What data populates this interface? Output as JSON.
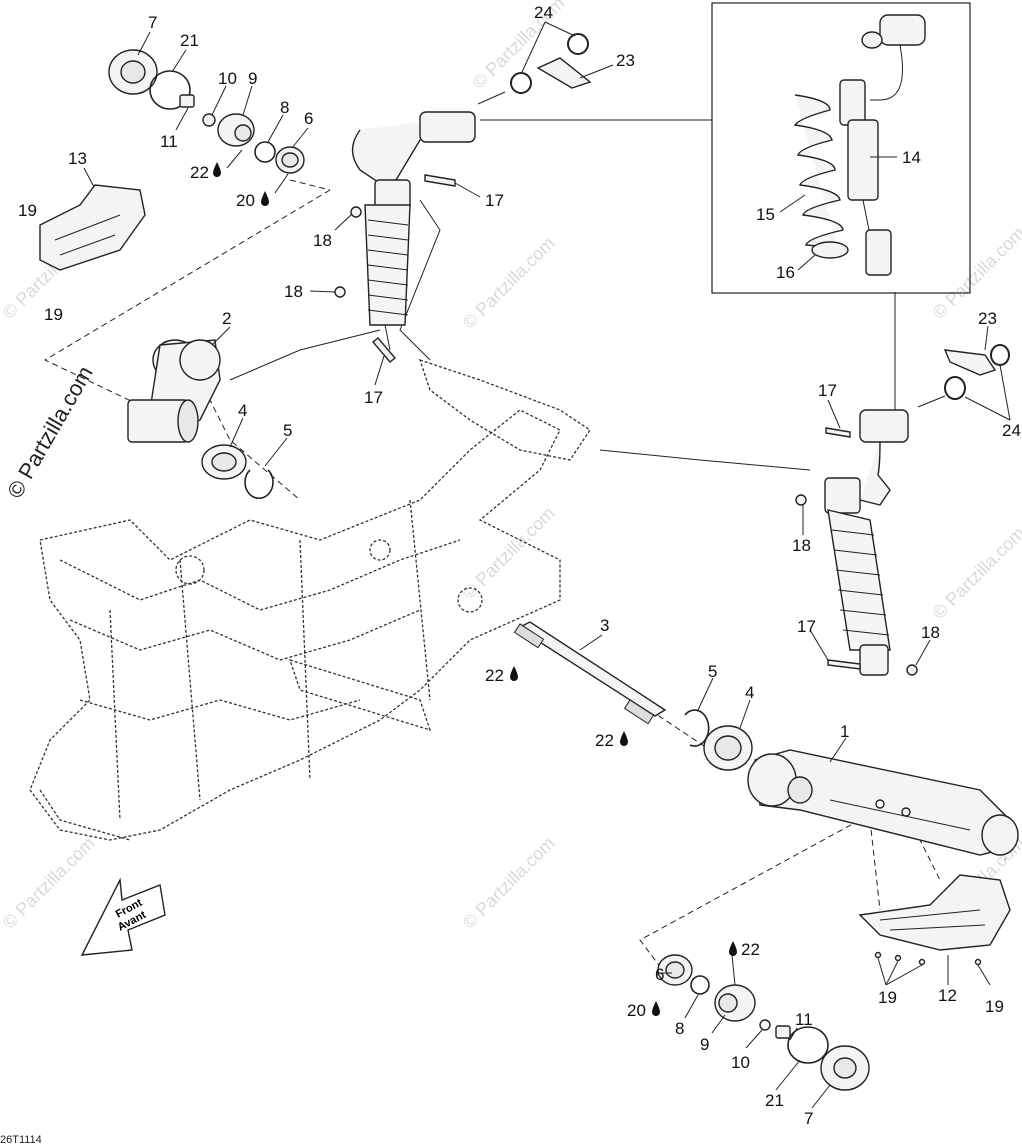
{
  "copyright": "© Partzilla.com",
  "watermark": "© Partzilla.com",
  "figure_code": "26T1114",
  "front_sign": {
    "line1": "Front",
    "line2": "Avant"
  },
  "callouts": {
    "c7a": "7",
    "c21a": "21",
    "c10a": "10",
    "c9a": "9",
    "c11a": "11",
    "c8a": "8",
    "c6a": "6",
    "c22a": "22",
    "c20a": "20",
    "c13": "13",
    "c19a": "19",
    "c19b": "19",
    "c2": "2",
    "c4a": "4",
    "c5a": "5",
    "c18a": "18",
    "c18b": "18",
    "c17a": "17",
    "c17b": "17",
    "c24a": "24",
    "c23a": "23",
    "c14": "14",
    "c15": "15",
    "c16": "16",
    "c23b": "23",
    "c24b": "24",
    "c17c": "17",
    "c18c": "18",
    "c17d": "17",
    "c18d": "18",
    "c3": "3",
    "c22b": "22",
    "c22c": "22",
    "c5b": "5",
    "c4b": "4",
    "c1": "1",
    "c6b": "6",
    "c22d": "22",
    "c20b": "20",
    "c8b": "8",
    "c9b": "9",
    "c11b": "11",
    "c10b": "10",
    "c21b": "21",
    "c7b": "7",
    "c12": "12",
    "c19c": "19",
    "c19d": "19"
  }
}
